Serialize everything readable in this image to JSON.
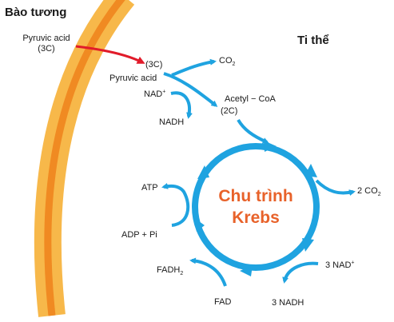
{
  "labels": {
    "cytoplasm": "Bào tương",
    "mitochondria": "Ti thể",
    "pyruvic_outside_name": "Pyruvic acid",
    "pyruvic_outside_carbon": "(3C)",
    "pyruvic_inside_carbon": "(3C)",
    "pyruvic_inside_name": "Pyruvic acid",
    "co2": "CO",
    "co2_sub": "2",
    "nad_plus": "NAD",
    "nad_plus_sup": "+",
    "nadh": "NADH",
    "acetyl_coa": "Acetyl − CoA",
    "acetyl_carbon": "(2C)",
    "cycle_line1": "Chu trình",
    "cycle_line2": "Krebs",
    "two_co2": "2 CO",
    "two_co2_sub": "2",
    "atp": "ATP",
    "adp_pi": "ADP + Pi",
    "fadh2": "FADH",
    "fadh2_sub": "2",
    "fad": "FAD",
    "three_nad_plus": "3 NAD",
    "three_nad_plus_sup": "+",
    "three_nadh": "3 NADH"
  },
  "colors": {
    "membrane_outer": "#f7b84a",
    "membrane_inner": "#f08a22",
    "cycle_arrow": "#1fa3e0",
    "pyruvate_arrow": "#e11b2a",
    "cycle_title": "#e8622a"
  }
}
